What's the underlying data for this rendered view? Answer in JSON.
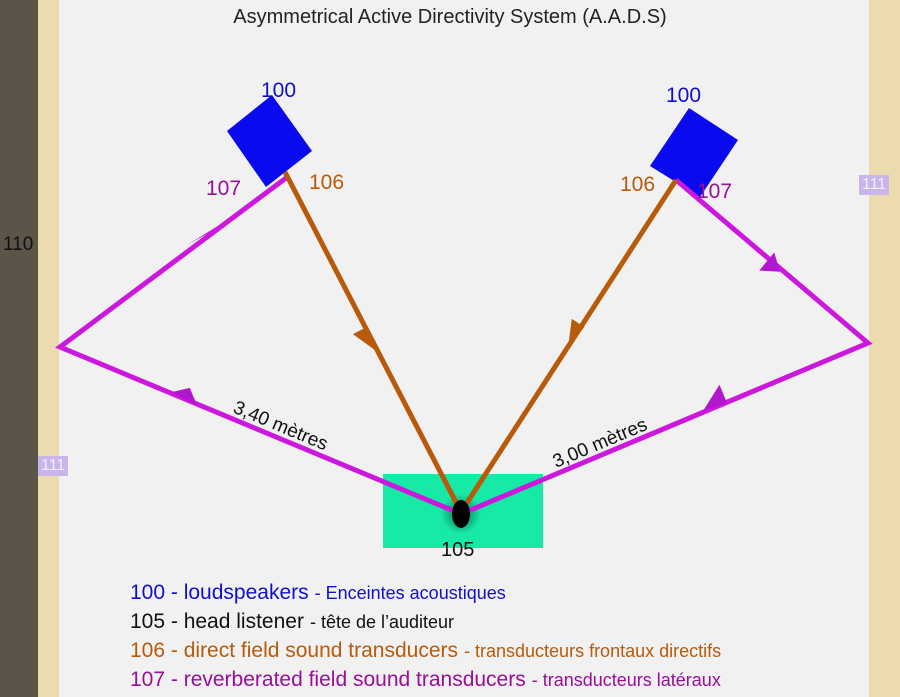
{
  "title": "Asymmetrical Active Directivity System (A.A.D.S)",
  "labels": {
    "speaker_left": "100",
    "speaker_right": "100",
    "wall": "110",
    "lateral_left": "111",
    "lateral_right": "111",
    "direct_left": "106",
    "direct_right": "106",
    "reverb_left": "107",
    "reverb_right": "107",
    "head": "105",
    "distance_left": "3,40 mètres",
    "distance_right": "3,00 mètres"
  },
  "legend": [
    {
      "code": "100 - loudspeakers",
      "fr": "- Enceintes acoustiques",
      "color": "#1010cc",
      "fr_color": "#1010cc"
    },
    {
      "code": "105 - head listener",
      "fr": "- tête de l’auditeur",
      "color": "#111111",
      "fr_color": "#111111"
    },
    {
      "code": "106 - direct field sound transducers",
      "fr": "- transducteurs frontaux directifs",
      "color": "#b85a0a",
      "fr_color": "#b85a0a"
    },
    {
      "code": "107 - reverberated field sound transducers",
      "fr": "- transducteurs latéraux",
      "color": "#9a0e9a",
      "fr_color": "#9a0e9a"
    }
  ],
  "colors": {
    "speaker": "#0a0aee",
    "direct_path": "#b85a0a",
    "reverb_path": "#cc18dd",
    "listener_zone": "#16eaa6",
    "wall_dark": "#5a5449",
    "wall_light": "#eddbb0"
  }
}
